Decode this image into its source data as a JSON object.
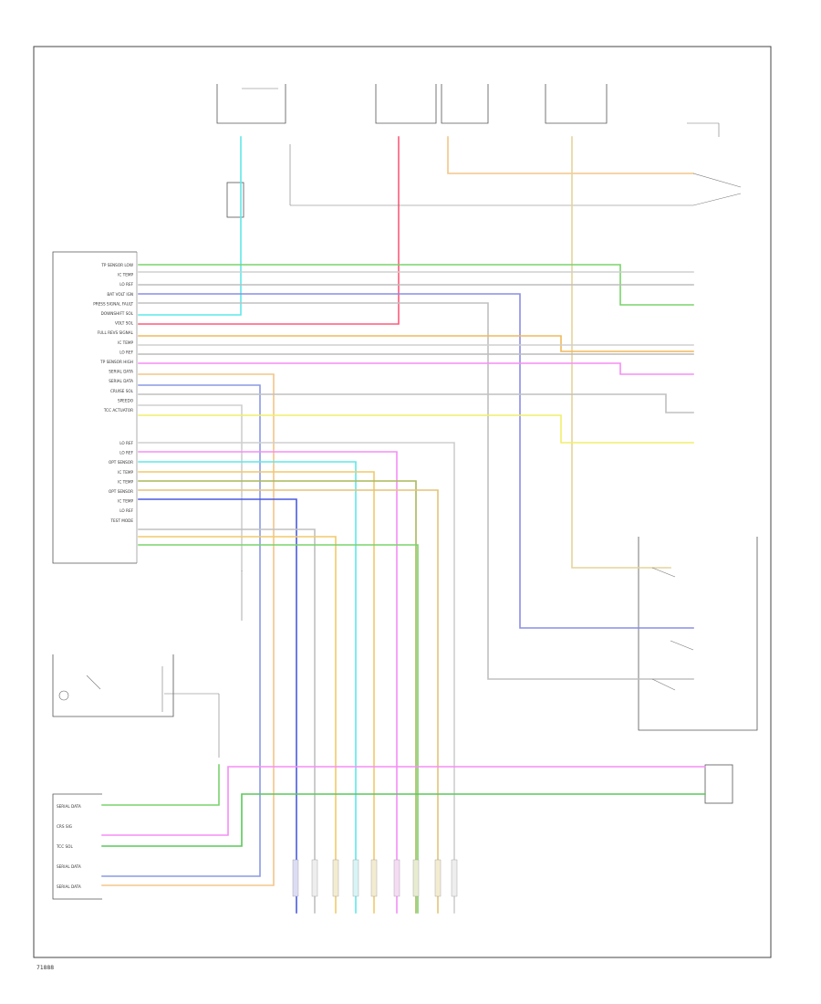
{
  "diagram": {
    "left_module_rows": [
      "TP SENSOR LOW",
      "IC TEMP",
      "LO REF",
      "BAT VOLT IGN",
      "PRESS SIGNAL FAULT",
      "DOWNSHIFT SOL",
      "VOLT SOL",
      "FULL REVS SIGNAL",
      "IC TEMP",
      "LO REF",
      "TP SENSOR HIGH",
      "SERIAL DATA",
      "SERIAL DATA",
      "CRUISE SOL",
      "SPEEDO",
      "TCC ACTUATOR"
    ],
    "left_module_lower_rows": [
      "LO REF",
      "LO REF",
      "OPT SENSOR",
      "IC TEMP",
      "IC TEMP",
      "OPT SENSOR",
      "IC TEMP",
      "LO REF",
      "TEST MODE"
    ],
    "bottom_left_rows": [
      "SERIAL DATA",
      "CRS SIG",
      "TCC SOL",
      "SERIAL DATA",
      "SERIAL DATA"
    ],
    "footer_code": "71888"
  }
}
